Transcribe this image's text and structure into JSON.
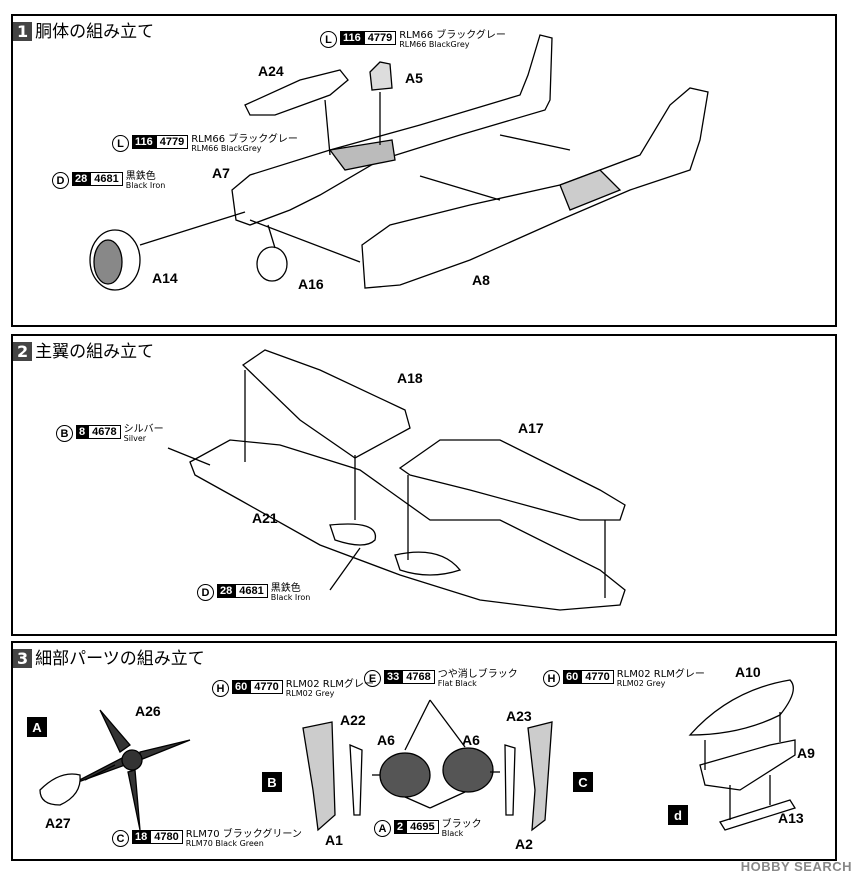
{
  "steps": [
    {
      "num": "1",
      "title": "胴体の組み立て"
    },
    {
      "num": "2",
      "title": "主翼の組み立て"
    },
    {
      "num": "3",
      "title": "細部パーツの組み立て"
    }
  ],
  "parts": {
    "A24": "A24",
    "A5": "A5",
    "A7": "A7",
    "A14": "A14",
    "A16": "A16",
    "A8": "A8",
    "A18": "A18",
    "A17": "A17",
    "A21": "A21",
    "A26": "A26",
    "A27": "A27",
    "A22": "A22",
    "A23": "A23",
    "A6a": "A6",
    "A6b": "A6",
    "A1": "A1",
    "A2": "A2",
    "A10": "A10",
    "A9": "A9",
    "A13": "A13"
  },
  "paints": {
    "p1": {
      "letter": "L",
      "num": "116",
      "code": "4779",
      "jp": "RLM66 ブラックグレー",
      "en": "RLM66 BlackGrey"
    },
    "p2": {
      "letter": "L",
      "num": "116",
      "code": "4779",
      "jp": "RLM66 ブラックグレー",
      "en": "RLM66 BlackGrey"
    },
    "p3": {
      "letter": "D",
      "num": "28",
      "code": "4681",
      "jp": "黒鉄色",
      "en": "Black Iron"
    },
    "p4": {
      "letter": "B",
      "num": "8",
      "code": "4678",
      "jp": "シルバー",
      "en": "Silver"
    },
    "p5": {
      "letter": "D",
      "num": "28",
      "code": "4681",
      "jp": "黒鉄色",
      "en": "Black Iron"
    },
    "p6": {
      "letter": "H",
      "num": "60",
      "code": "4770",
      "jp": "RLM02 RLMグレー",
      "en": "RLM02 Grey"
    },
    "p7": {
      "letter": "E",
      "num": "33",
      "code": "4768",
      "jp": "つや消しブラック",
      "en": "Flat Black"
    },
    "p8": {
      "letter": "H",
      "num": "60",
      "code": "4770",
      "jp": "RLM02 RLMグレー",
      "en": "RLM02 Grey"
    },
    "p9": {
      "letter": "C",
      "num": "18",
      "code": "4780",
      "jp": "RLM70 ブラックグリーン",
      "en": "RLM70 Black Green"
    },
    "p10": {
      "letter": "A",
      "num": "2",
      "code": "4695",
      "jp": "ブラック",
      "en": "Black"
    }
  },
  "subassembly": {
    "A": "A",
    "B": "B",
    "C": "C",
    "d": "d"
  },
  "watermark": "HOBBY SEARCH"
}
